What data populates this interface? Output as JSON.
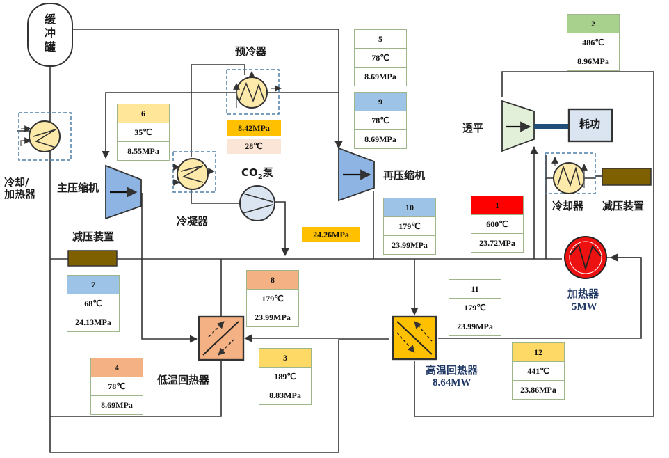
{
  "colors": {
    "pipe": "#333333",
    "compressor": "#8db4e2",
    "cooler": "#fde9a9",
    "turbine": "#e2efd9",
    "heater": "#ee1111",
    "recup_low": "#f4b183",
    "recup_high": "#ffc000",
    "valve": "#7f6000",
    "load": "#dbe5f1"
  },
  "components": {
    "buffer_tank": "缓冲罐",
    "cooler_heater": "冷却/\n加热器",
    "main_compressor": "主压缩机",
    "precooler": "预冷器",
    "condenser": "冷凝器",
    "co2_pump_main": "CO",
    "co2_pump_sub": "2",
    "co2_pump_tail": "泵",
    "recompressor": "再压缩机",
    "turbine": "透平",
    "load": "耗功",
    "cooler": "冷却器",
    "valve_right": "减压装置",
    "valve_left": "减压装置",
    "heater": "加热器",
    "heater_power": "5MW",
    "ltr": "低温回热器",
    "htr": "高温回热器",
    "htr_power": "8.64MW"
  },
  "states": [
    {
      "id": "1",
      "temp": "600℃",
      "pressure": "23.72MPa",
      "color": "#ff0000"
    },
    {
      "id": "2",
      "temp": "486℃",
      "pressure": "8.96MPa",
      "color": "#a9d18e"
    },
    {
      "id": "3",
      "temp": "189℃",
      "pressure": "8.83MPa",
      "color": "#ffd966"
    },
    {
      "id": "4",
      "temp": "78℃",
      "pressure": "8.69MPa",
      "color": "#f4b183"
    },
    {
      "id": "5",
      "temp": "78℃",
      "pressure": "8.69MPa",
      "color": "#ffffff"
    },
    {
      "id": "6",
      "temp": "35℃",
      "pressure": "8.55MPa",
      "color": "#ffe699"
    },
    {
      "id": "7",
      "temp": "68℃",
      "pressure": "24.13MPa",
      "color": "#9dc3e6"
    },
    {
      "id": "8",
      "temp": "179℃",
      "pressure": "23.99MPa",
      "color": "#f4b183"
    },
    {
      "id": "9",
      "temp": "78℃",
      "pressure": "8.69MPa",
      "color": "#9dc3e6"
    },
    {
      "id": "10",
      "temp": "179℃",
      "pressure": "23.99MPa",
      "color": "#9dc3e6"
    },
    {
      "id": "11",
      "temp": "179℃",
      "pressure": "23.99MPa",
      "color": "#ffffff"
    },
    {
      "id": "12",
      "temp": "441℃",
      "pressure": "23.86MPa",
      "color": "#ffd966"
    }
  ],
  "tags": {
    "precooler_pressure": "8.42MPa",
    "precooler_temp": "28℃",
    "pump_outlet_pressure": "24.26MPa"
  }
}
